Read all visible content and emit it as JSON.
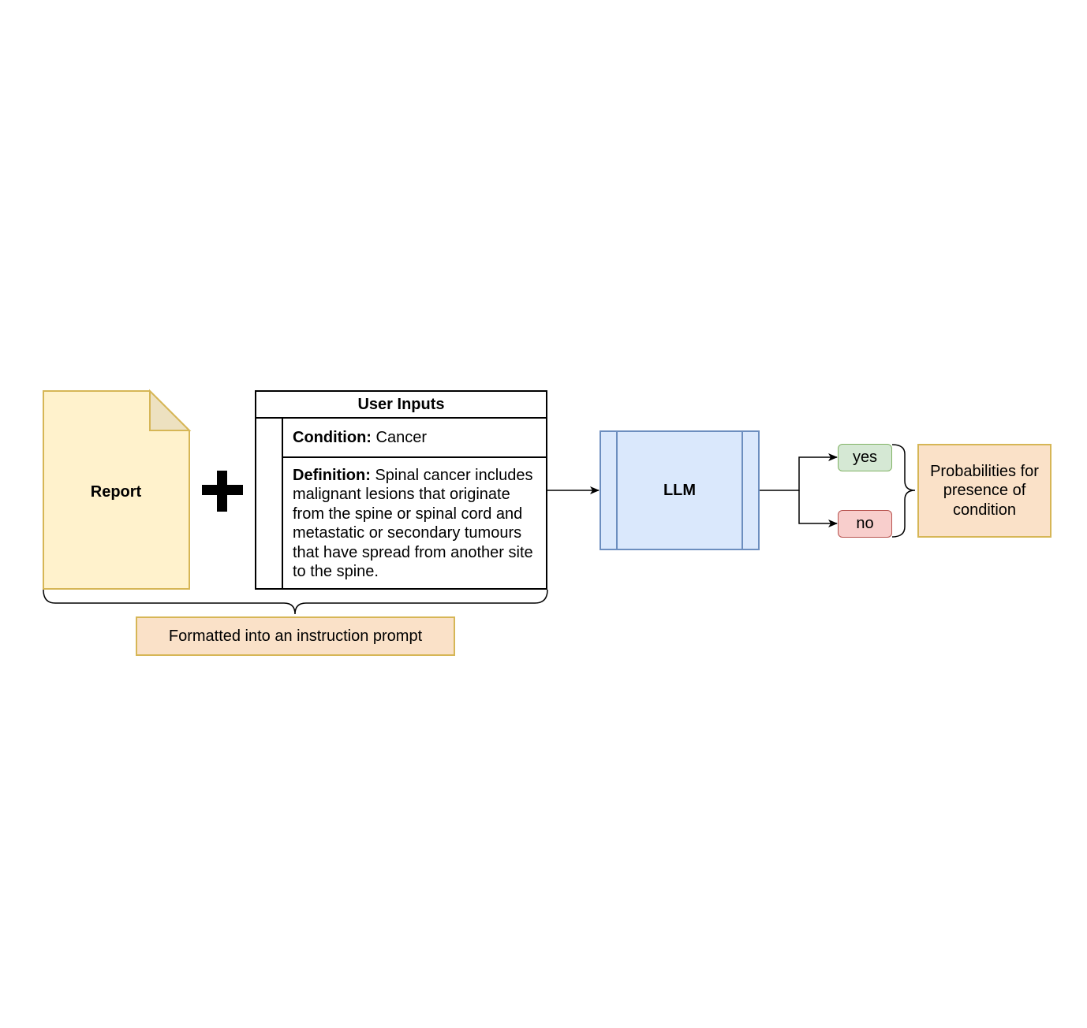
{
  "report": {
    "label": "Report"
  },
  "plus_symbol": "+",
  "user_inputs": {
    "title": "User Inputs",
    "condition_label": "Condition:",
    "condition_value": "Cancer",
    "definition_label": "Definition:",
    "definition_value": "Spinal cancer includes malignant lesions that originate from the spine or spinal cord and metastatic or secondary tumours that have spread from another site to the spine."
  },
  "llm": {
    "label": "LLM"
  },
  "outputs": {
    "yes": "yes",
    "no": "no"
  },
  "probabilities_note": "Probabilities for presence of condition",
  "format_note": "Formatted into an instruction prompt",
  "colors": {
    "report_fill": "#fff2cc",
    "report_stroke": "#d6b656",
    "llm_fill": "#dae8fc",
    "llm_stroke": "#6c8ebf",
    "yes_fill": "#d5e8d4",
    "yes_stroke": "#82b366",
    "no_fill": "#f8cecc",
    "no_stroke": "#b85450",
    "note_fill": "#fae1c8",
    "note_stroke": "#d6b656"
  }
}
